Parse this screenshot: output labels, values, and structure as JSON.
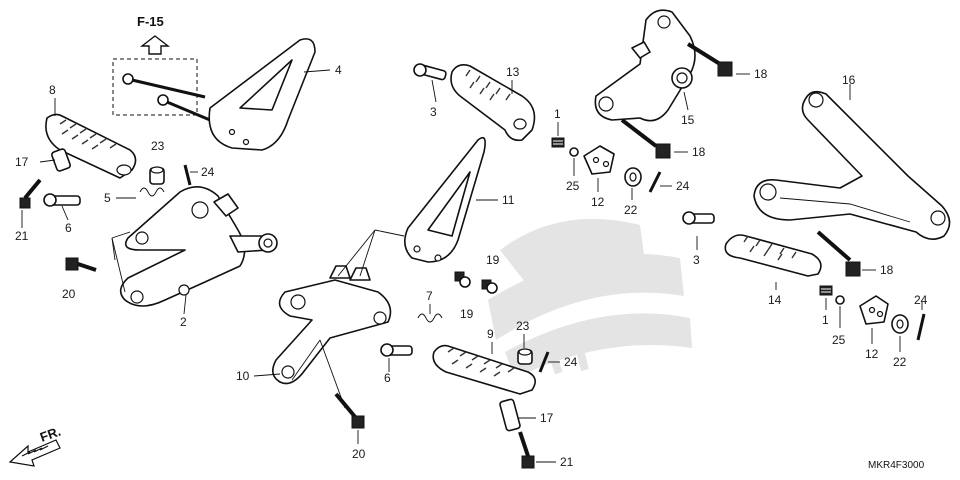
{
  "header": {
    "section_ref": "F-15",
    "arrow_icon": "up-arrow-icon"
  },
  "footer": {
    "front_label": "FR.",
    "diagram_code": "MKR4F3000"
  },
  "callouts": [
    {
      "id": "c4",
      "text": "4"
    },
    {
      "id": "c8",
      "text": "8"
    },
    {
      "id": "c17a",
      "text": "17"
    },
    {
      "id": "c23a",
      "text": "23"
    },
    {
      "id": "c24a",
      "text": "24"
    },
    {
      "id": "c5",
      "text": "5"
    },
    {
      "id": "c21a",
      "text": "21"
    },
    {
      "id": "c6a",
      "text": "6"
    },
    {
      "id": "c20a",
      "text": "20"
    },
    {
      "id": "c2",
      "text": "2"
    },
    {
      "id": "c3a",
      "text": "3"
    },
    {
      "id": "c13",
      "text": "13"
    },
    {
      "id": "c1a",
      "text": "1"
    },
    {
      "id": "c25a",
      "text": "25"
    },
    {
      "id": "c12a",
      "text": "12"
    },
    {
      "id": "c22a",
      "text": "22"
    },
    {
      "id": "c24b",
      "text": "24"
    },
    {
      "id": "c11",
      "text": "11"
    },
    {
      "id": "c19a",
      "text": "19"
    },
    {
      "id": "c19b",
      "text": "19"
    },
    {
      "id": "c7",
      "text": "7"
    },
    {
      "id": "c9",
      "text": "9"
    },
    {
      "id": "c23b",
      "text": "23"
    },
    {
      "id": "c24c",
      "text": "24"
    },
    {
      "id": "c6b",
      "text": "6"
    },
    {
      "id": "c10",
      "text": "10"
    },
    {
      "id": "c17b",
      "text": "17"
    },
    {
      "id": "c20b",
      "text": "20"
    },
    {
      "id": "c21b",
      "text": "21"
    },
    {
      "id": "c18a",
      "text": "18"
    },
    {
      "id": "c15",
      "text": "15"
    },
    {
      "id": "c18b",
      "text": "18"
    },
    {
      "id": "c16",
      "text": "16"
    },
    {
      "id": "c3b",
      "text": "3"
    },
    {
      "id": "c18c",
      "text": "18"
    },
    {
      "id": "c14",
      "text": "14"
    },
    {
      "id": "c1b",
      "text": "1"
    },
    {
      "id": "c25b",
      "text": "25"
    },
    {
      "id": "c12b",
      "text": "12"
    },
    {
      "id": "c22b",
      "text": "22"
    },
    {
      "id": "c24d",
      "text": "24"
    }
  ]
}
